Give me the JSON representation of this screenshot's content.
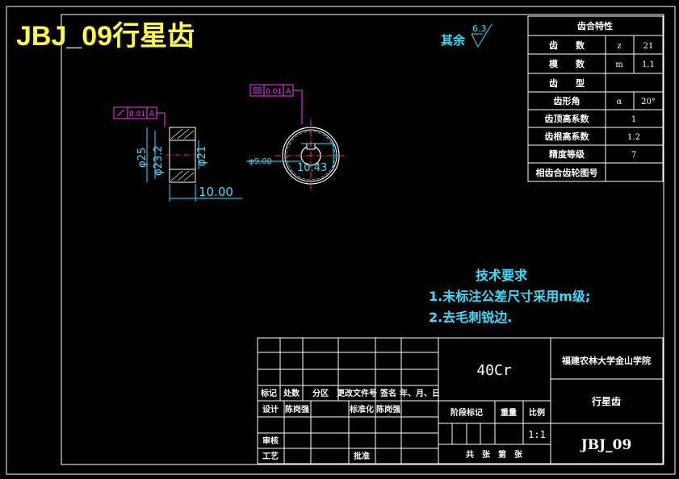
{
  "title": "JBJ_09行星齿",
  "surface_note": {
    "prefix": "其余",
    "roughness": "6.3"
  },
  "gear_table": {
    "heading": "齿合特性",
    "rows": [
      {
        "label": "齿　　数",
        "symbol": "z",
        "value": "21"
      },
      {
        "label": "模　　数",
        "symbol": "m",
        "value": "1.1"
      },
      {
        "label": "齿　　型",
        "symbol": "",
        "value": ""
      },
      {
        "label": "齿形角",
        "symbol": "α",
        "value": "20°"
      },
      {
        "label": "齿顶高系数",
        "symbol": "",
        "value": "1"
      },
      {
        "label": "齿根高系数",
        "symbol": "",
        "value": "1.2"
      },
      {
        "label": "精度等级",
        "symbol": "",
        "value": "7"
      },
      {
        "label": "相齿合齿轮图号",
        "symbol": "",
        "value": ""
      }
    ]
  },
  "side_view": {
    "tolerance": {
      "value": "0.01",
      "datum": "A"
    },
    "dims": {
      "od": "φ25",
      "pitch": "φ23.2",
      "bore": "φ21",
      "width": "10.00"
    }
  },
  "front_view": {
    "tolerance": {
      "value": "0.01",
      "datum": "A"
    },
    "dims": {
      "bore": "φ9.00",
      "key": "10.43"
    }
  },
  "tech": {
    "heading": "技术要求",
    "items": [
      "1.未标注公差尺寸采用m级;",
      "2.去毛刺锐边."
    ]
  },
  "title_block": {
    "material": "40Cr",
    "school": "福建农林大学金山学院",
    "part_name": "行星齿",
    "drawing_no": "JBJ_09",
    "headers": [
      "标记",
      "处数",
      "分区",
      "更改文件号",
      "签名",
      "年、月、日"
    ],
    "design": "设计",
    "std1": "陈岗强",
    "standardize": "标准化",
    "std2": "陈岗强",
    "stage_label": "阶段标记",
    "weight_label": "重量",
    "scale_label": "比例",
    "scale": "1:1",
    "review": "审核",
    "process": "工艺",
    "approve": "批准",
    "sheets": "共　张　第　张"
  }
}
